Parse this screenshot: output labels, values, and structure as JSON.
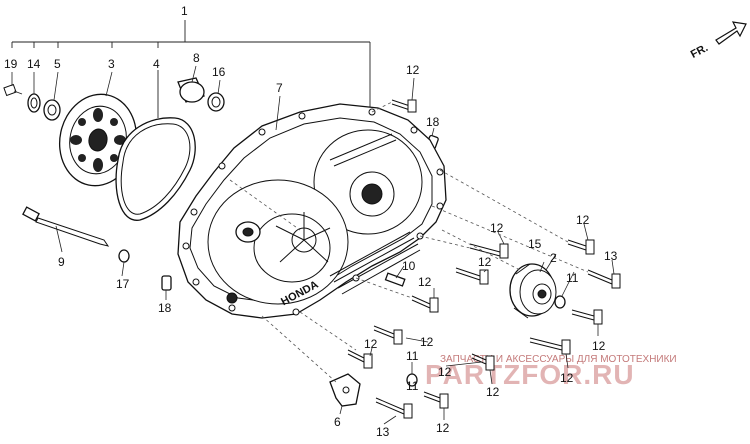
{
  "diagram": {
    "labels": {
      "l1": "1",
      "l2": "2",
      "l3": "3",
      "l4": "4",
      "l5": "5",
      "l6": "6",
      "l7": "7",
      "l8": "8",
      "l9": "9",
      "l10": "10",
      "l11a": "11",
      "l11b": "11",
      "l11c": "11",
      "l12a": "12",
      "l12b": "12",
      "l12c": "12",
      "l12d": "12",
      "l12e": "12",
      "l12f": "12",
      "l12g": "12",
      "l12h": "12",
      "l12i": "12",
      "l12j": "12",
      "l12k": "12",
      "l12l": "12",
      "l13a": "13",
      "l13b": "13",
      "l14": "14",
      "l15": "15",
      "l16": "16",
      "l17": "17",
      "l18a": "18",
      "l18b": "18",
      "l19": "19"
    },
    "cover_logo": "HONDA",
    "direction_indicator": "FR."
  },
  "watermark": {
    "caption": "ЗАПЧАСТИ И АКСЕССУАРЫ ДЛЯ МОТОТЕХНИКИ",
    "logo": "PARTZFOR.RU"
  }
}
